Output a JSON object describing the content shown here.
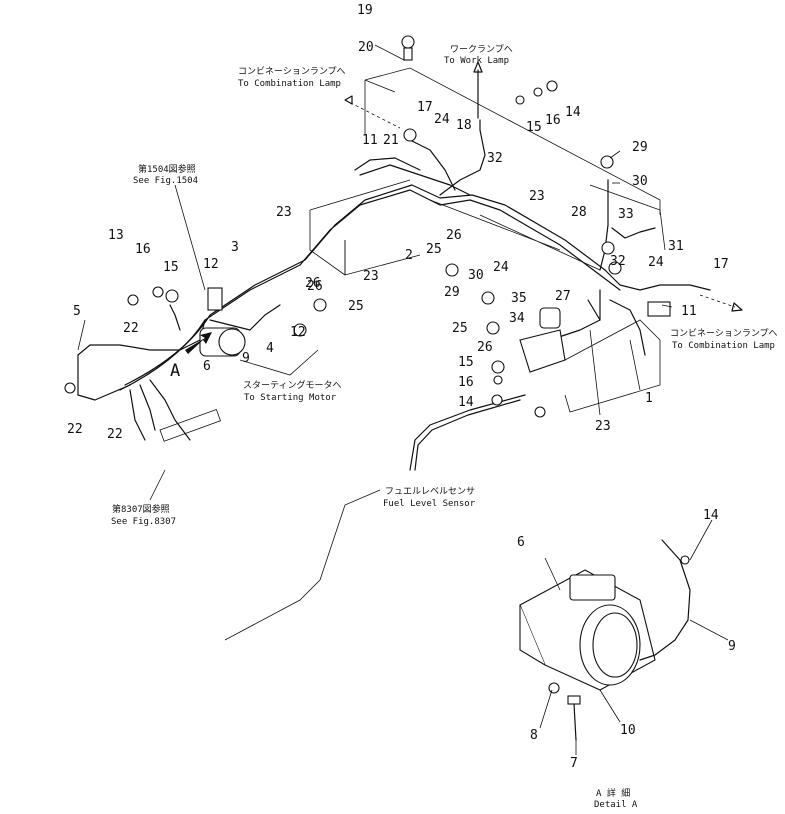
{
  "callouts": [
    {
      "n": "19"
    },
    {
      "n": "20"
    },
    {
      "n": "17"
    },
    {
      "n": "24"
    },
    {
      "n": "18"
    },
    {
      "n": "15"
    },
    {
      "n": "16"
    },
    {
      "n": "14"
    },
    {
      "n": "11"
    },
    {
      "n": "21"
    },
    {
      "n": "32"
    },
    {
      "n": "29"
    },
    {
      "n": "30"
    },
    {
      "n": "23"
    },
    {
      "n": "28"
    },
    {
      "n": "33"
    },
    {
      "n": "31"
    },
    {
      "n": "23"
    },
    {
      "n": "13"
    },
    {
      "n": "16"
    },
    {
      "n": "15"
    },
    {
      "n": "12"
    },
    {
      "n": "3"
    },
    {
      "n": "26"
    },
    {
      "n": "2"
    },
    {
      "n": "25"
    },
    {
      "n": "26"
    },
    {
      "n": "24"
    },
    {
      "n": "23"
    },
    {
      "n": "30"
    },
    {
      "n": "32"
    },
    {
      "n": "24"
    },
    {
      "n": "17"
    },
    {
      "n": "29"
    },
    {
      "n": "35"
    },
    {
      "n": "27"
    },
    {
      "n": "11"
    },
    {
      "n": "5"
    },
    {
      "n": "26"
    },
    {
      "n": "25"
    },
    {
      "n": "22"
    },
    {
      "n": "12"
    },
    {
      "n": "25"
    },
    {
      "n": "34"
    },
    {
      "n": "6"
    },
    {
      "n": "9"
    },
    {
      "n": "4"
    },
    {
      "n": "26"
    },
    {
      "n": "15"
    },
    {
      "n": "16"
    },
    {
      "n": "14"
    },
    {
      "n": "1"
    },
    {
      "n": "22"
    },
    {
      "n": "22"
    },
    {
      "n": "23"
    },
    {
      "n": "6"
    },
    {
      "n": "14"
    },
    {
      "n": "9"
    },
    {
      "n": "8"
    },
    {
      "n": "10"
    },
    {
      "n": "7"
    }
  ],
  "detail_arrow_letter": "A",
  "labels": {
    "combo_lamp_left_jp": "コンビネーションランプへ",
    "combo_lamp_left_en": "To Combination Lamp",
    "work_lamp_jp": "ワークランプへ",
    "work_lamp_en": "To Work Lamp",
    "fig1504_jp": "第1504図参照",
    "fig1504_en": "See Fig.1504",
    "starting_motor_jp": "スターティングモータへ",
    "starting_motor_en": "To Starting Motor",
    "combo_lamp_right_jp": "コンビネーションランプへ",
    "combo_lamp_right_en": "To Combination Lamp",
    "fuel_sensor_jp": "フュエルレベルセンサ",
    "fuel_sensor_en": "Fuel Level Sensor",
    "fig8307_jp": "第8307図参照",
    "fig8307_en": "See Fig.8307",
    "detail_jp": "A 詳 細",
    "detail_en": "Detail A"
  }
}
